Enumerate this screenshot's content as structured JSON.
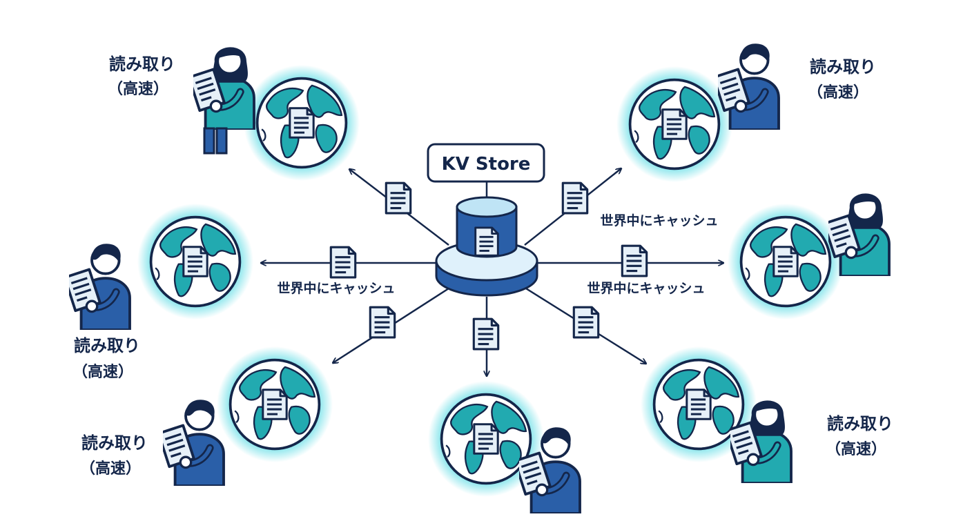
{
  "diagram": {
    "title": "KV Store",
    "cache_label": "世界中にキャッシュ",
    "read_label": "読み取り",
    "read_sub_label": "（高速）",
    "colors": {
      "navy": "#14264a",
      "blue": "#2a5fa8",
      "teal": "#22aab0",
      "teal_light": "#bff0f3",
      "paper": "#e6f0f8",
      "glow": "#7fe3ea"
    }
  }
}
